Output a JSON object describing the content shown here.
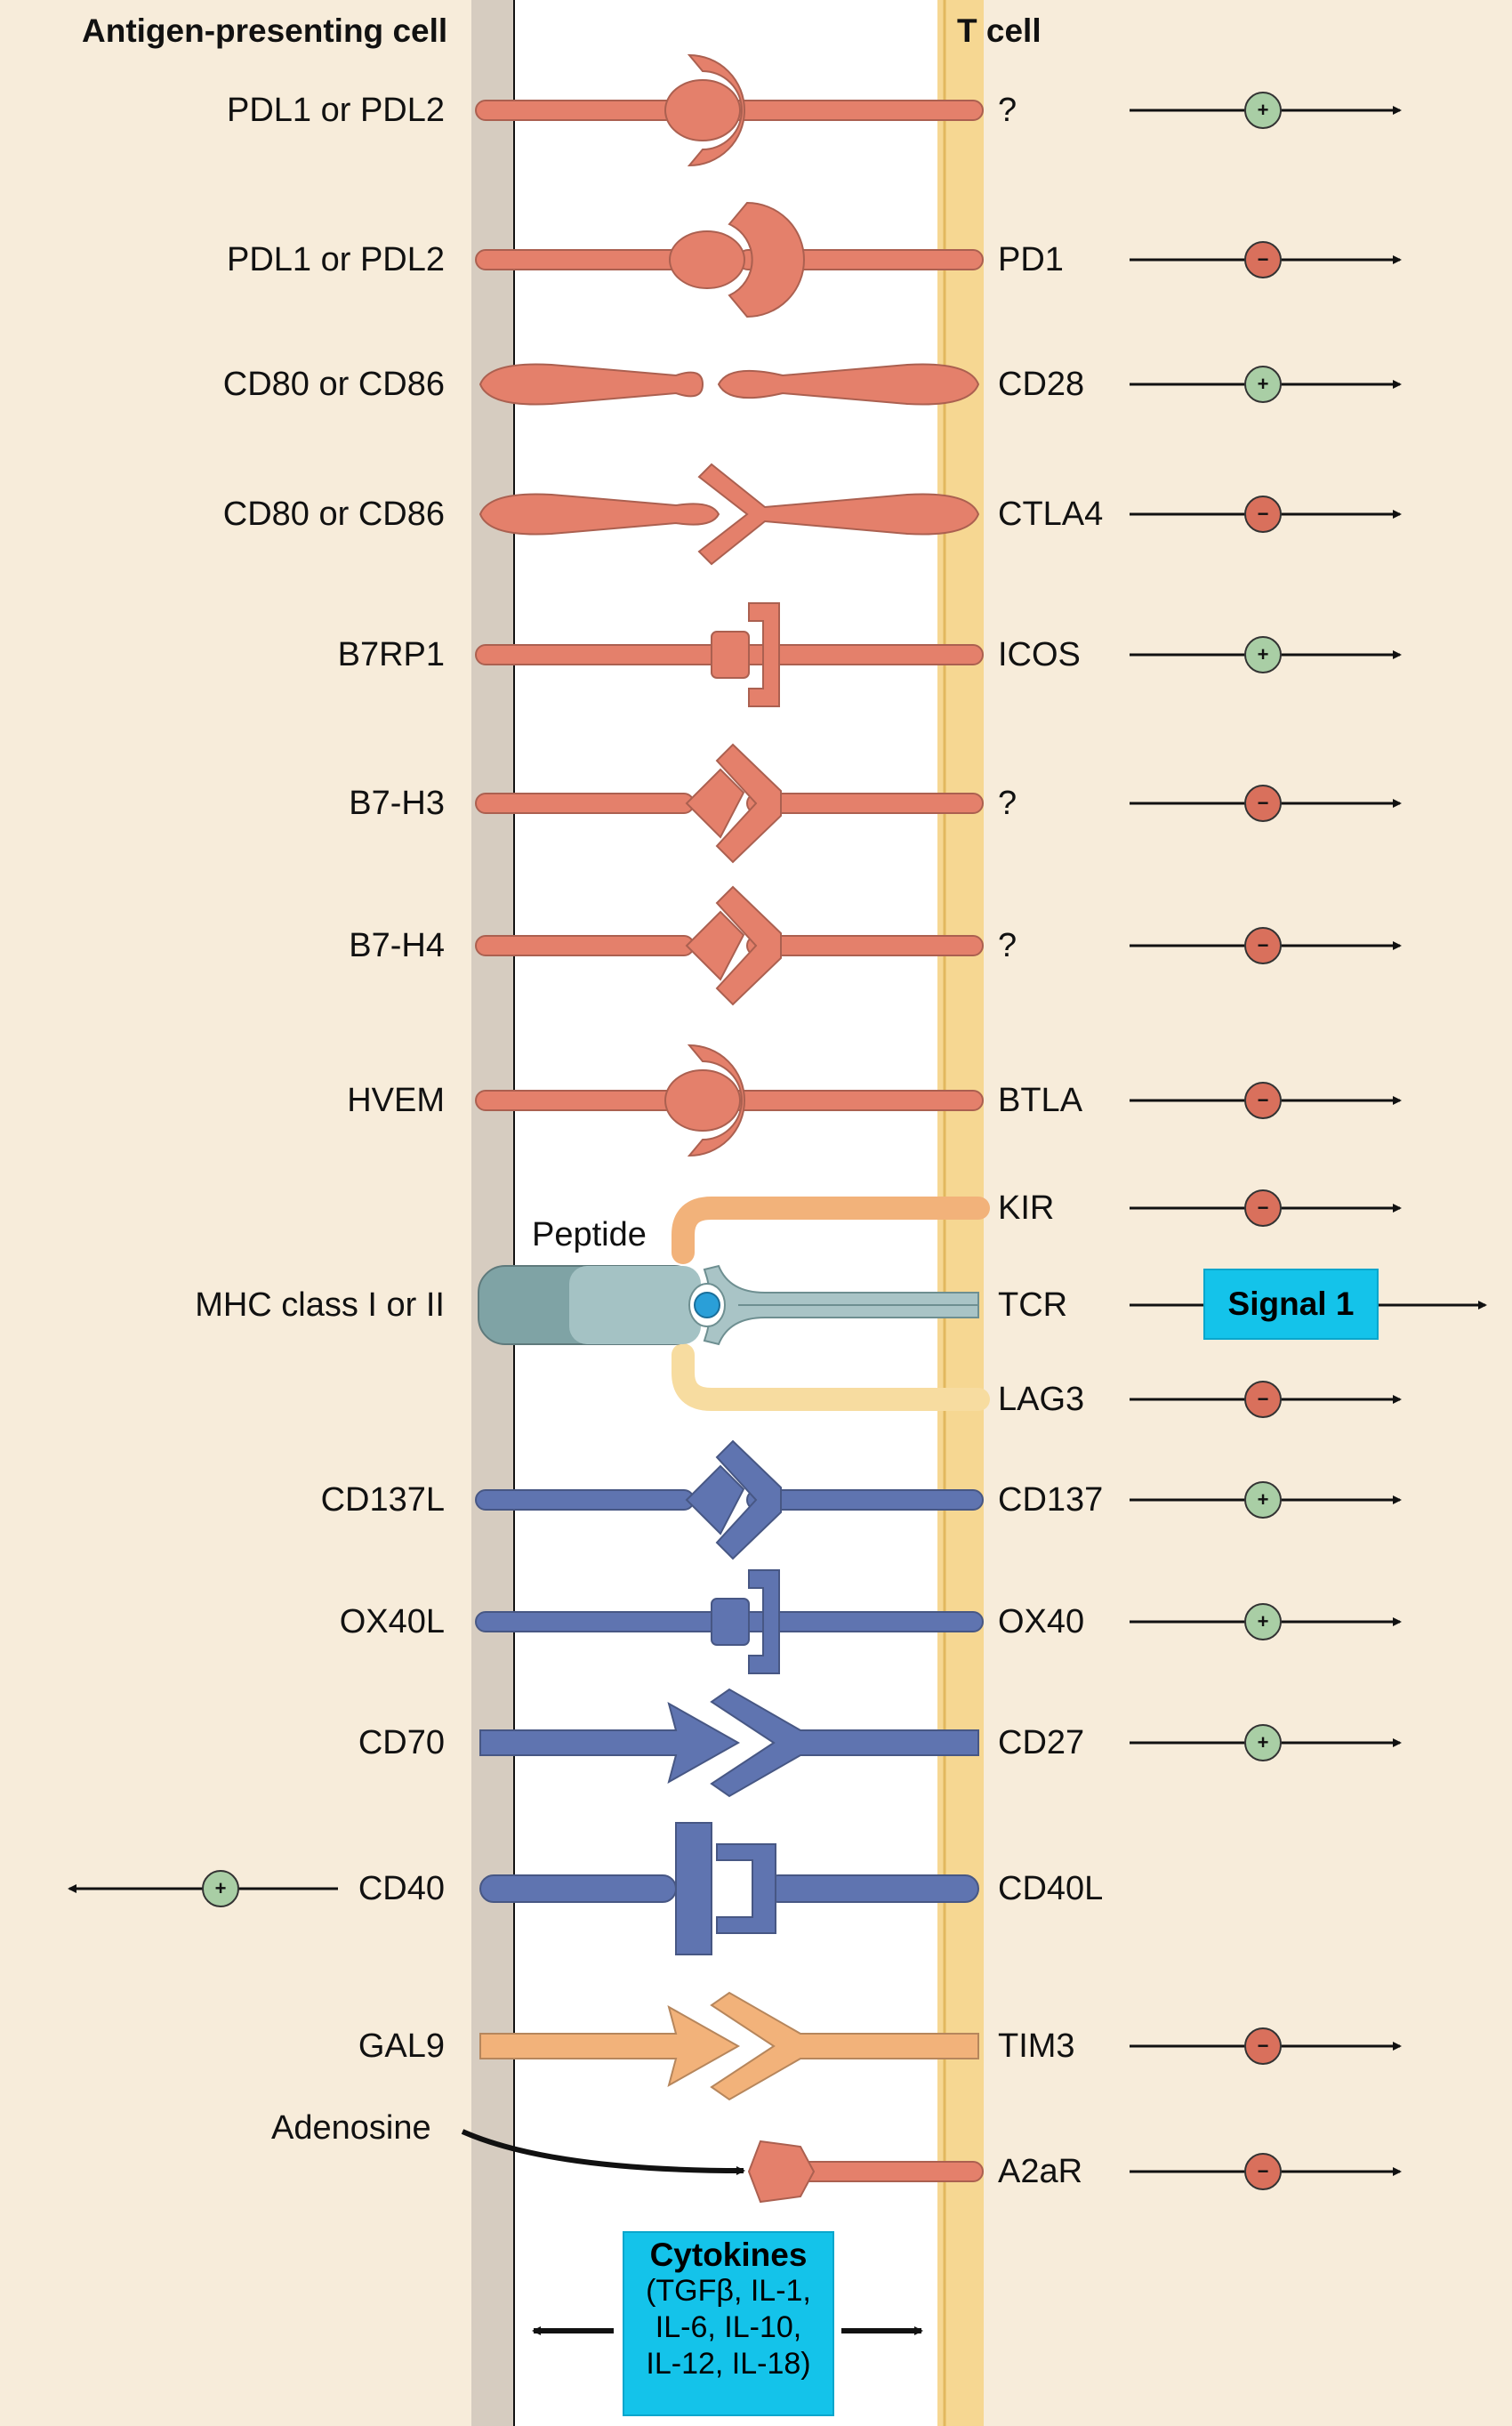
{
  "headers": {
    "apc": "Antigen-presenting cell",
    "tcell": "T cell"
  },
  "colors": {
    "background": "#f7ecda",
    "cleft": "#ffffff",
    "apc_membrane": "#d6ccc0",
    "tcell_membrane": "#f6d792",
    "salmon": "#e4806b",
    "blue": "#5f74b0",
    "orange": "#f2b27a",
    "mhc": "#7fa3a5",
    "yellow": "#f7dca0",
    "positive": "#a9cea5",
    "negative": "#d9705c",
    "highlight": "#14c3ea"
  },
  "rows": [
    {
      "id": "pdl-unknown",
      "left": "PDL1 or PDL2",
      "right": "?",
      "signal": "+",
      "shape": "cup",
      "color": "salmon"
    },
    {
      "id": "pdl-pd1",
      "left": "PDL1 or PDL2",
      "right": "PD1",
      "signal": "−",
      "shape": "cup-rev",
      "color": "salmon"
    },
    {
      "id": "cd80-cd28",
      "left": "CD80 or CD86",
      "right": "CD28",
      "signal": "+",
      "shape": "spindle",
      "color": "salmon"
    },
    {
      "id": "cd80-ctla4",
      "left": "CD80 or CD86",
      "right": "CTLA4",
      "signal": "−",
      "shape": "spindle-v",
      "color": "salmon"
    },
    {
      "id": "b7rp1-icos",
      "left": "B7RP1",
      "right": "ICOS",
      "signal": "+",
      "shape": "bracket",
      "color": "salmon"
    },
    {
      "id": "b7h3",
      "left": "B7-H3",
      "right": "?",
      "signal": "−",
      "shape": "diamond-v",
      "color": "salmon"
    },
    {
      "id": "b7h4",
      "left": "B7-H4",
      "right": "?",
      "signal": "−",
      "shape": "diamond-v",
      "color": "salmon"
    },
    {
      "id": "hvem-btla",
      "left": "HVEM",
      "right": "BTLA",
      "signal": "−",
      "shape": "cup",
      "color": "salmon"
    },
    {
      "id": "kir",
      "left": "",
      "right": "KIR",
      "signal": "−"
    },
    {
      "id": "tcr",
      "left": "MHC class I or II",
      "right": "TCR",
      "signal": ""
    },
    {
      "id": "lag3",
      "left": "",
      "right": "LAG3",
      "signal": "−"
    },
    {
      "id": "cd137",
      "left": "CD137L",
      "right": "CD137",
      "signal": "+",
      "shape": "diamond-v",
      "color": "blue"
    },
    {
      "id": "ox40",
      "left": "OX40L",
      "right": "OX40",
      "signal": "+",
      "shape": "bracket",
      "color": "blue"
    },
    {
      "id": "cd70",
      "left": "CD70",
      "right": "CD27",
      "signal": "+",
      "shape": "arrow-v",
      "color": "blue"
    },
    {
      "id": "cd40",
      "left": "CD40",
      "right": "CD40L",
      "signal": "",
      "shape": "bracket-big",
      "color": "blue"
    },
    {
      "id": "gal9",
      "left": "GAL9",
      "right": "TIM3",
      "signal": "−",
      "shape": "arrow-v",
      "color": "orange"
    },
    {
      "id": "a2ar",
      "left": "",
      "right": "A2aR",
      "signal": "−",
      "shape": "pentagon",
      "color": "salmon"
    }
  ],
  "peptide_label": "Peptide",
  "adenosine_label": "Adenosine",
  "signal1_label": "Signal 1",
  "cd40_signal": "+",
  "cytokines": {
    "title": "Cytokines",
    "body": [
      "(TGFβ, IL-1,",
      "IL-6, IL-10,",
      "IL-12, IL-18)"
    ]
  }
}
